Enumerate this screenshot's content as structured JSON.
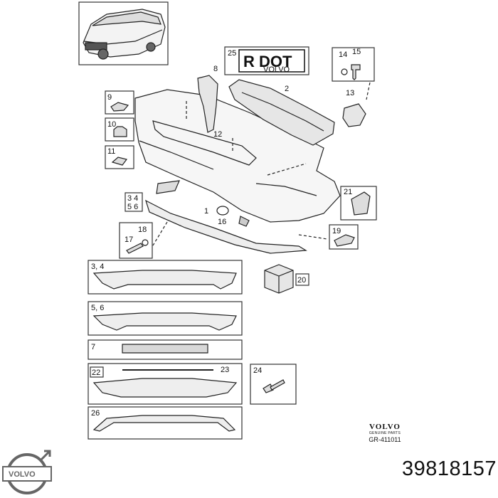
{
  "brand": {
    "name": "VOLVO"
  },
  "part_number": "39818157",
  "reference": {
    "brand_mark": "VOLVO",
    "tagline": "GENUINE PARTS",
    "code": "GR-411011"
  },
  "sign": {
    "text": "R DOT",
    "sub": "VOLVO"
  },
  "callouts": {
    "c1": "1",
    "c2": "2",
    "c8": "8",
    "c9": "9",
    "c10": "10",
    "c11": "11",
    "c12": "12",
    "c13": "13",
    "c14": "14",
    "c15": "15",
    "c16": "16",
    "c17": "17",
    "c18": "18",
    "c19": "19",
    "c20": "20",
    "c21": "21",
    "c22": "22",
    "c23": "23",
    "c24": "24",
    "c25": "25",
    "c26": "26",
    "c34a": "3, 4",
    "c56a": "5, 6",
    "c7": "7",
    "c345_top": "3 4",
    "c345_bot": "5 6"
  }
}
